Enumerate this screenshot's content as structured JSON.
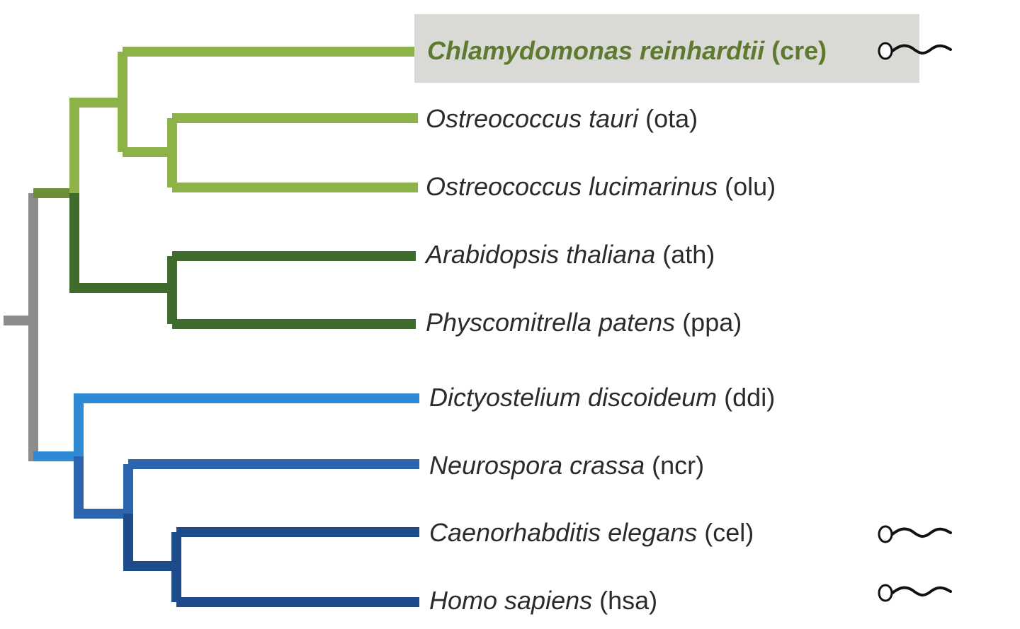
{
  "colors": {
    "root": "#8c8c8c",
    "plants_stem": "#6d8f3a",
    "green_algae": "#8db24a",
    "land_plants": "#3f6b2c",
    "amoebozoa": "#2f8ad6",
    "opisthokont_stem": "#2d64ad",
    "fungi_animals": "#1d4b8c",
    "highlight_box": "#d9d9d6"
  },
  "taxa": [
    {
      "name": "Chlamydomonas reinhardtii",
      "code": "(cre)",
      "highlighted": true,
      "flagellated": true
    },
    {
      "name": "Ostreococcus tauri",
      "code": "(ota)",
      "highlighted": false,
      "flagellated": false
    },
    {
      "name": "Ostreococcus lucimarinus",
      "code": "(olu)",
      "highlighted": false,
      "flagellated": false
    },
    {
      "name": "Arabidopsis thaliana",
      "code": "(ath)",
      "highlighted": false,
      "flagellated": false
    },
    {
      "name": "Physcomitrella patens",
      "code": "(ppa)",
      "highlighted": false,
      "flagellated": false
    },
    {
      "name": "Dictyostelium discoideum",
      "code": "(ddi)",
      "highlighted": false,
      "flagellated": false
    },
    {
      "name": "Neurospora crassa",
      "code": "(ncr)",
      "highlighted": false,
      "flagellated": false
    },
    {
      "name": "Caenorhabditis elegans",
      "code": "(cel)",
      "highlighted": false,
      "flagellated": true
    },
    {
      "name": "Homo sapiens",
      "code": "(hsa)",
      "highlighted": false,
      "flagellated": true
    }
  ],
  "icons": {
    "flagellum": "flagellum-icon"
  }
}
